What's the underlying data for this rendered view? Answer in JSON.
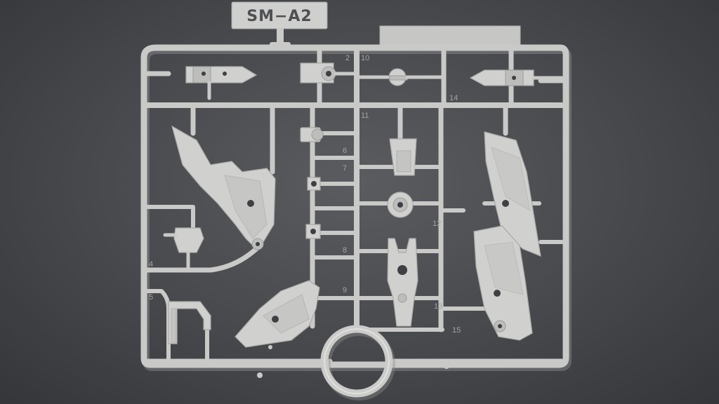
{
  "sprue": {
    "code": "SM−A2",
    "part_numbers": [
      "2",
      "10",
      "11",
      "6",
      "7",
      "12",
      "8",
      "9",
      "13",
      "14",
      "15",
      "4",
      "5"
    ]
  },
  "colors": {
    "background": "#4a4c50",
    "plastic": "#d0d0ce",
    "runner": "#c9c9c7"
  }
}
